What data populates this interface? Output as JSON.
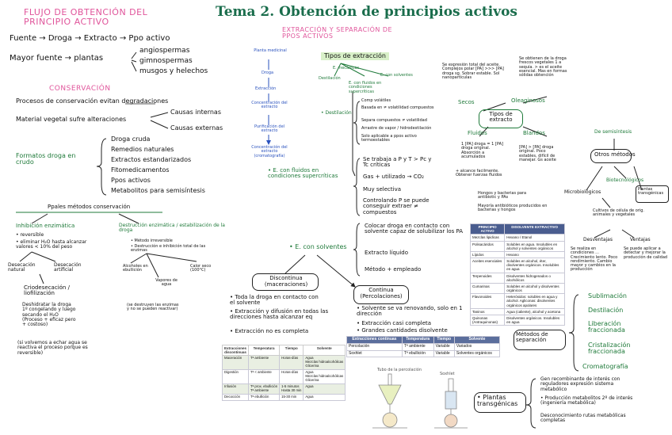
{
  "title": "Tema 2. Obtención de principios activos",
  "left": {
    "flujo_title": "FLUJO DE OBTENCIÓN DEL\nPRINCIPIO ACTIVO",
    "flujo_line1": "Fuente → Droga → Extracto → Ppo activo",
    "flujo_line2a": "Mayor fuente → plantas",
    "plantas_list": [
      "angiospermas",
      "gimnospermas",
      "musgos y helechos"
    ],
    "conservacion_title": "CONSERVACIÓN",
    "proceso_line": "Procesos de conservación evitan degradaciones",
    "material_line": "Material vegetal sufre alteraciones",
    "causas": [
      "Causas internas",
      "Causas externas"
    ],
    "formatos_label": "Formatos droga en crudo",
    "formatos_list": [
      "Droga cruda",
      "Remedios naturales",
      "Extractos estandarizados",
      "Fitomedicamentos",
      "Ppos activos",
      "Metabolitos para semisíntesis"
    ],
    "metodos_title": "Ppales métodos conservación",
    "inhibicion": "Inhibición enzimática",
    "inhib_bullets": [
      "• reversible",
      "• eliminar H₂O hasta alcanzar valores < 10% del peso"
    ],
    "destruccion": "Destrucción enzimática / estabilización de la droga",
    "destr_bullets": [
      "• Método irreversible",
      "• Destrucción e inhibición total de las enzimas"
    ],
    "desecacion_nat": "Desecación natural",
    "desecacion_art": "Desecación artificial",
    "alcoholes": "Alcoholes en ebullición",
    "vapores": "Vapores de agua",
    "calor_seco": "Calor seco (100°C)",
    "crio": "Criodesecación / liofilización",
    "crio_desc": "Deshidratar la droga\n1º congelando y luego\nsecando el H₂O\n(Proceso + eficaz pero\n+ costoso)",
    "nota_reversible": "(si volvemos a echar agua se\nreactiva el proceso porque es\nreversible)",
    "nota_destruye": "(se destruyen las enzimas\ny no se pueden reactivar)"
  },
  "middle": {
    "extr_title": "EXTRACCIÓN Y SEPARACIÓN DE\nPPOS ACTIVOS",
    "flow_steps": [
      "Planta medicinal",
      "Droga",
      "Extracción",
      "Concentración del extracto",
      "Purificación del extracto",
      "Concentración del extracto (cromatografía)"
    ],
    "tipos_title": "Tipos de extracción",
    "tipos_branches": [
      "E. mecánicas",
      "Destilación",
      "E. con fluidos en condiciones supercríticas",
      "E. con solventes"
    ],
    "destilacion_label": "• Destilación",
    "destilacion_items": [
      "Comp volátiles",
      "Basada en ≠ volatilidad compuestos",
      "Separa compuestos ≠ volatilidad",
      "Arrastre de vapor / hidrodestilación",
      "Solo aplicable a ppos activo termoestables"
    ],
    "fluidos_label": "• E. con fluidos en condiciones supercríticas",
    "fluidos_items": [
      "Se trabaja a P y T > Pc y Tc críticas",
      "Gas + utilizado → CO₂",
      "Muy selectiva",
      "Controlando P se puede conseguir extraer ≠ compuestos"
    ],
    "solventes_label": "• E. con solventes",
    "solventes_items": [
      "Colocar droga en contacto con solvente capaz de solubilizar los PA",
      "Extracto líquido",
      "Método + empleado"
    ],
    "discontinua_title": "Discontinua (maceraciones)",
    "discontinua_items": [
      "• Toda la droga en contacto con el solvente",
      "• Extracción y difusión en todas las direcciones hasta alcanzar eq",
      "• Extracción no es completa"
    ],
    "continua_title": "Continua (Percolaciones)",
    "continua_items": [
      "• Solvente se va renovando, solo en 1 dirección",
      "• Extracción casi completa",
      "• Grandes cantidades disolvente"
    ]
  },
  "tables": {
    "solventes_head": [
      "PRINCIPIO ACTIVO",
      "DISOLVENTE EXTRACTIVO"
    ],
    "solventes_rows": [
      [
        "Mezclas lipidicas",
        "Hexano / Etanol"
      ],
      [
        "Polisacáridos",
        "Solubles en agua. Insolubles en alcohol y solventes orgánicos"
      ],
      [
        "Lípidos",
        "Hexano"
      ],
      [
        "Aceites esenciales",
        "Solubles en alcohol, éter, disolventes orgánicos. Insolubles en agua"
      ],
      [
        "Terpenoides",
        "Disolventes hidrogenados o alcohólicos"
      ],
      [
        "Cumarinas",
        "Solubles en alcohol y disolventes orgánicos"
      ],
      [
        "Flavonoides",
        "Heterósidos: solubles en agua y alcohol. Agliconas: disolventes orgánicos apolares"
      ],
      [
        "Taninos",
        "Agua (caliente), alcohol y acetona"
      ],
      [
        "Quinonas (Antraquinonas)",
        "Disolventes orgánicos. Insolubles en agua"
      ]
    ],
    "cont_head": [
      "Extracciones continuas",
      "Temperatura",
      "Tiempo",
      "Solvente"
    ],
    "cont_rows": [
      [
        "Percolación",
        "Tª ambiente",
        "Variable",
        "Variados"
      ],
      [
        "Soxhlet",
        "Tª ebullición",
        "Variable",
        "Solventes orgánicos"
      ]
    ],
    "disc_head": [
      "Extracciones discontinuas",
      "Temperatura",
      "Tiempo",
      "Solvente"
    ],
    "disc_rows": [
      [
        "Maceración",
        "Tª ambiente",
        "Horas-días",
        "Agua\nMezclas hidroalcohólicas\nGlicerina"
      ],
      [
        "Digestión",
        "Tª < ambiente",
        "Horas-días",
        "Agua\nMezclas hidroalcohólicas\nGlicerina"
      ],
      [
        "Infusión",
        "Tª prox. ebullición\nTª ambiente",
        "1-5 minutos\nHasta 30 min",
        "Agua"
      ],
      [
        "Decocción",
        "Tª ebullición",
        "15-30 min",
        "Agua"
      ]
    ],
    "apparatus_labels": [
      "Tubo de la percolación",
      "Soxhlet"
    ]
  },
  "right": {
    "expresion_note": "Se expresión total del aceite. Complejos polar [PA] >>> [PA] droga sg. Sobrar estable. Sol nanopartículas",
    "secos": "Secos",
    "oleaginosos": "Oleaginosos",
    "tipos_extracto": "Tipos de extracto",
    "fluidos": "Fluidos",
    "blandos": "Blandos",
    "fluidos_desc": "1 [PA] droga = 1 [PA] droga original. Absorción a acumulados",
    "blandos_desc": "[PA] > [PA] droga original. Poco estables, difícil de manejar. Gs aceite",
    "extracto_mas": "+ alcance facilmente. Obtener fuerzas fluidos",
    "oleag_desc": "Se obtienen de la droga frescos vegetales 1 a sequía. > es el aceite esencial. Mas en formas sólidas obtención",
    "hongos": "Hongos y bacterias para antibiotic y PAs",
    "mayoria": "Mayoría antibióticos producidos en bacterias y hongos",
    "de_semisintesis": "De semisíntesis",
    "otros_metodos": "Otros métodos",
    "microbiologicos": "Microbiológicos",
    "biotecnologicos": "Biotecnológicos",
    "plantas_transgenicas": "Plantas transgénicas",
    "cultivos": "Cultivos de célula de orig. animales y vegetales",
    "desventajas": "Desventajas",
    "ventajas": "Ventajas",
    "desv_items": "Se realiza en condiciones ... Crecimiento lento. Poco rendimiento. Cambio mayor y cambios en la producción",
    "vent_items": "Se puede aplicar a detectar y mejorar la producción de calidad",
    "sep_methods": [
      "Sublimación",
      "Destilación",
      "Liberación fraccionada",
      "Cristalización fraccionada",
      "Cromatografía"
    ],
    "metodos_separacion": "Métodos de separación",
    "plantas_transgenicas2": "• Plantas transgénicas",
    "transg_items": [
      "Gen recombinante de interés con reguladores expresión sistema metabólico",
      "• Producción metabolitos 2º de interés (ingeniería metabólica)",
      "Desconocimiento rutas metabólicas completas"
    ]
  }
}
